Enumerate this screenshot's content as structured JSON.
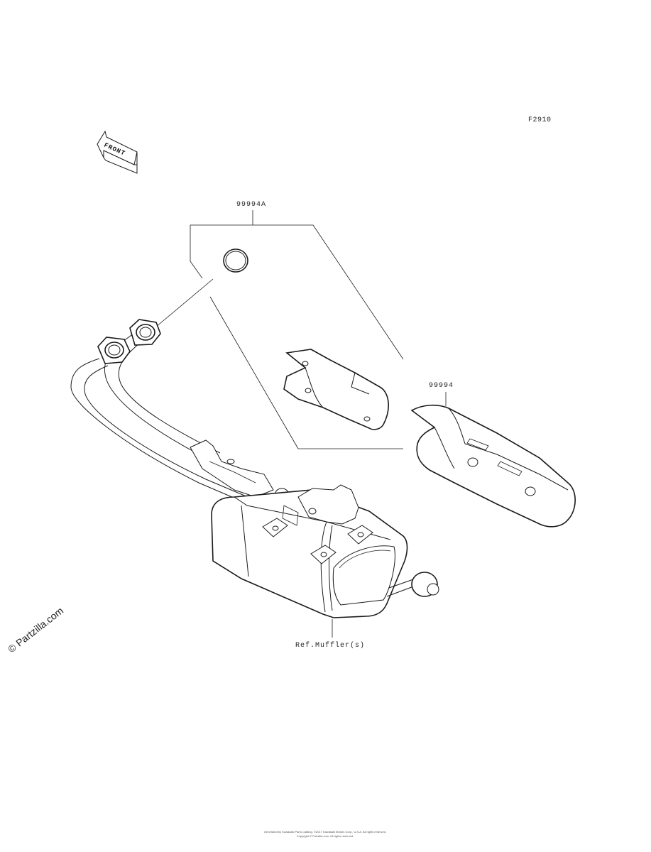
{
  "diagram": {
    "figure_code": "F2910",
    "front_indicator": "FRONT",
    "labels": {
      "kit_a": "99994A",
      "kit_b": "99994",
      "reference": "Ref.Muffler(s)"
    },
    "watermark": "© Partzilla.com",
    "footer_line_1": "Generated by Kawasaki Parts Catalog. ©2017 Kawasaki Motors Corp., U.S.A. All rights reserved.",
    "footer_line_2": "Copyright © Partzilla.com. All rights reserved."
  }
}
